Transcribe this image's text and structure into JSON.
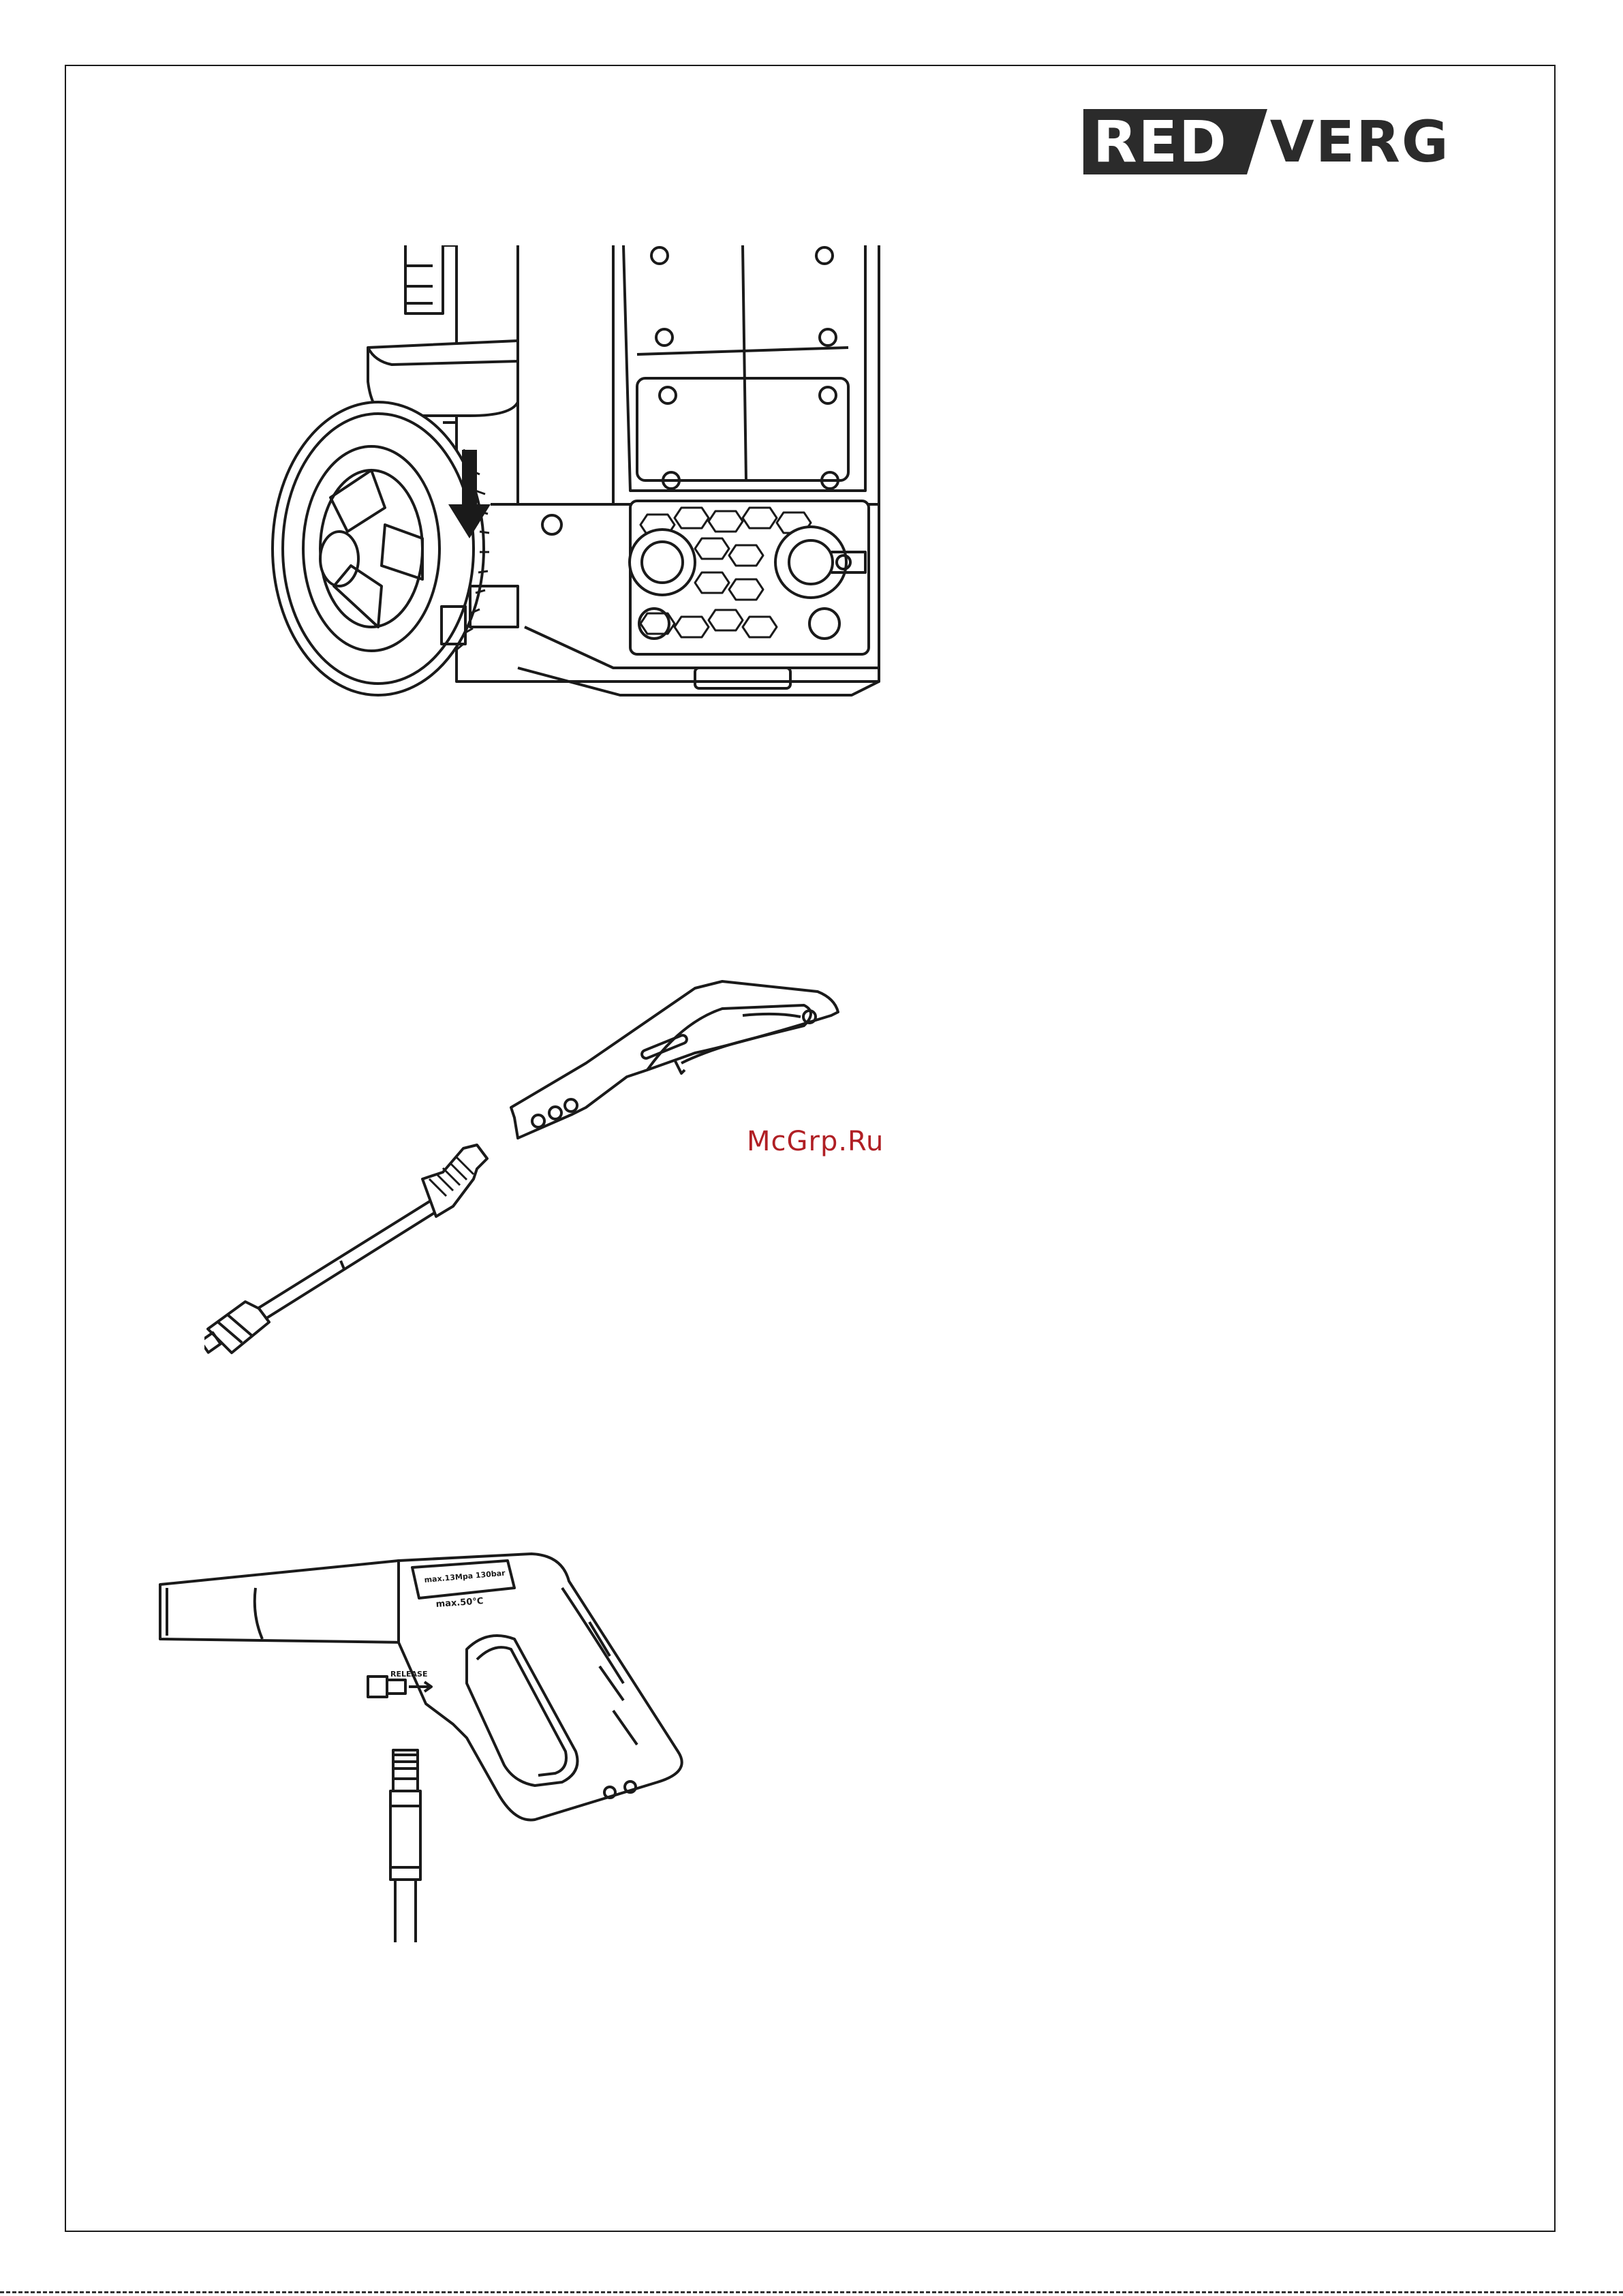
{
  "brand": {
    "part1": "RED",
    "part2": "VERG",
    "color_dark": "#2b2b2b"
  },
  "watermark": {
    "text": "McGrp.Ru",
    "color": "#b01f24"
  },
  "figures": [
    {
      "name": "washer-body-wheel",
      "icon": "pressure-washer-illustration"
    },
    {
      "name": "lance-and-handle",
      "icon": "spray-lance-illustration"
    },
    {
      "name": "gun-and-hose",
      "icon": "spray-gun-illustration"
    }
  ],
  "gun_labels": {
    "pressure": "max.13Mpa 130bar",
    "temperature": "max.50°C",
    "release": "RELEASE"
  }
}
